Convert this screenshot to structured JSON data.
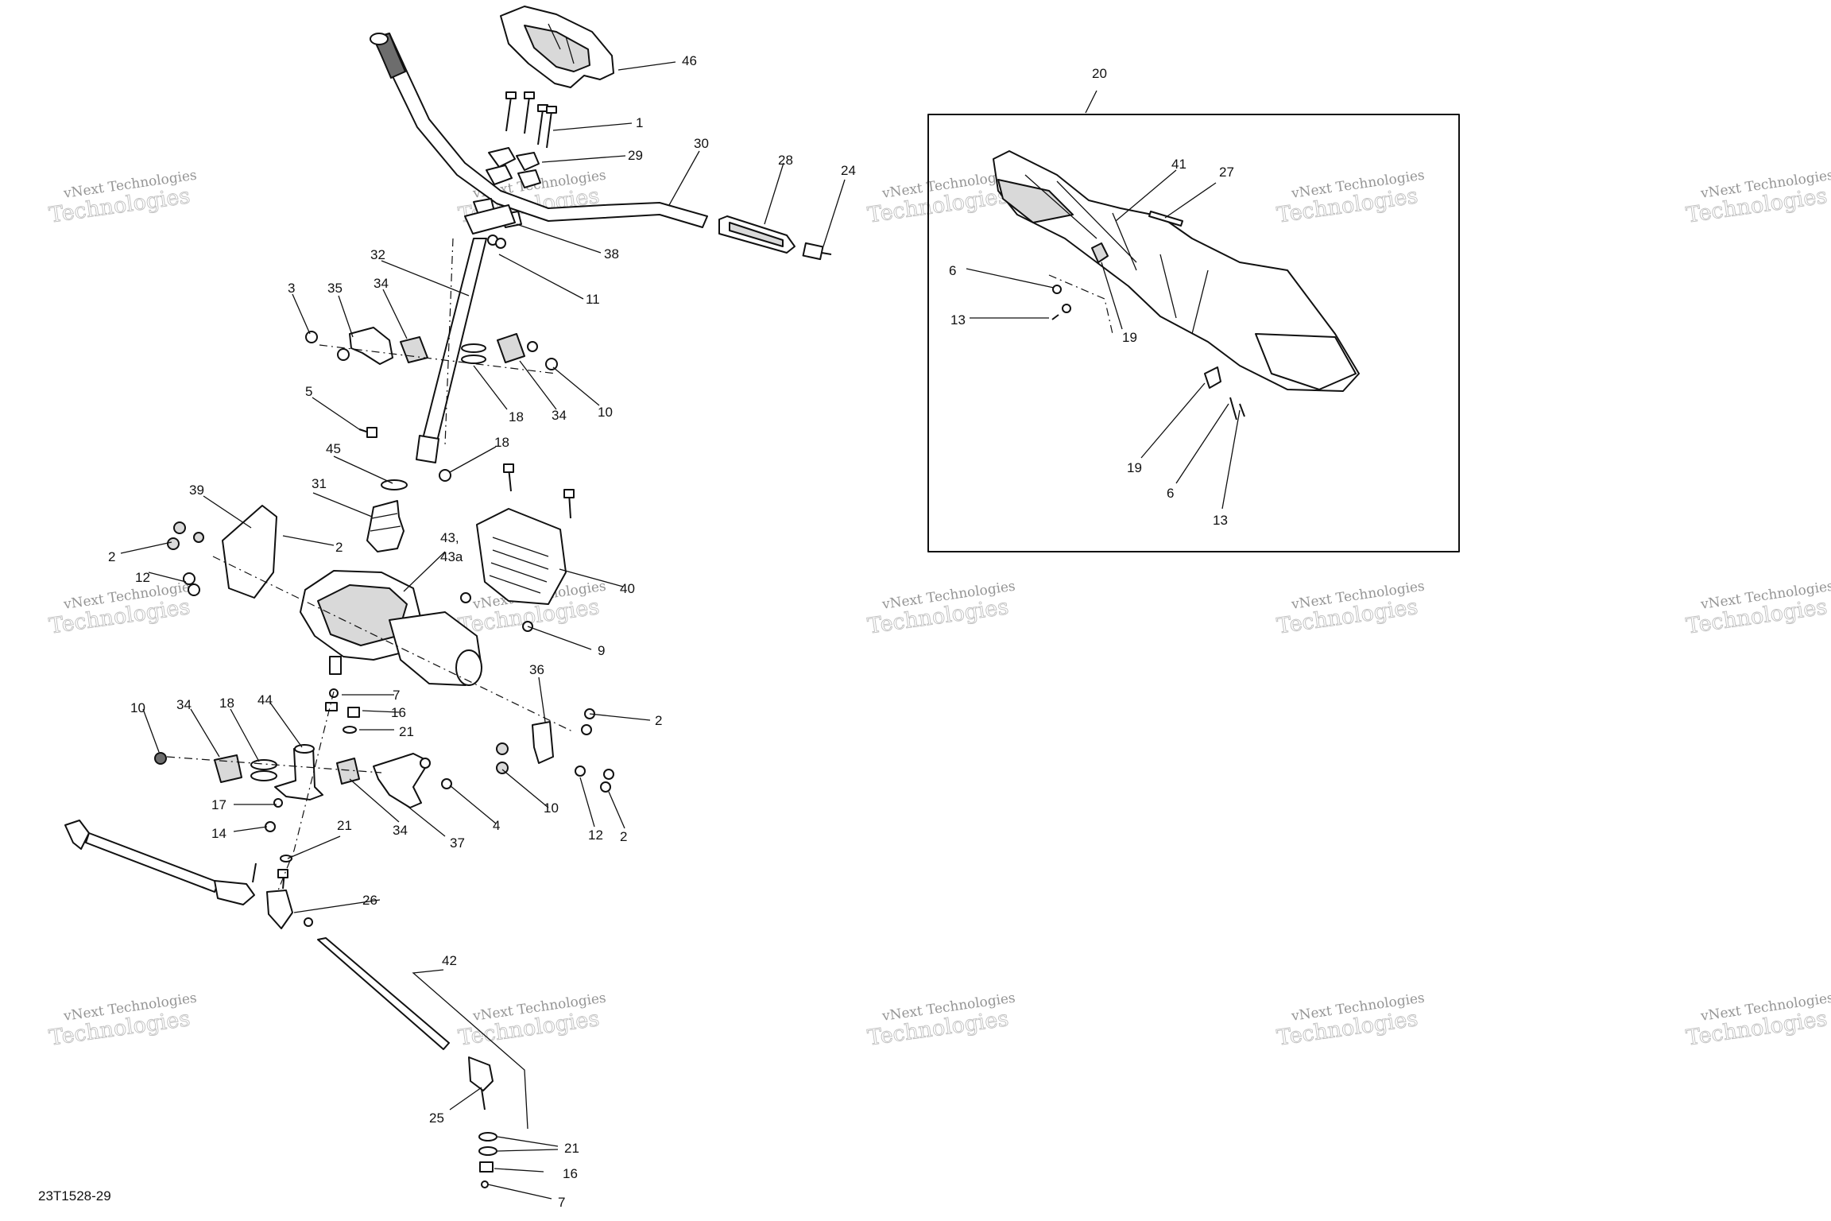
{
  "diagram": {
    "reference_code": "23T1528-29",
    "watermark": {
      "line1": "vNext Technologies",
      "line2": "Technologies"
    },
    "inset_callout": "20",
    "callouts": [
      {
        "id": "c46",
        "label": "46"
      },
      {
        "id": "c1",
        "label": "1"
      },
      {
        "id": "c29",
        "label": "29"
      },
      {
        "id": "c30",
        "label": "30"
      },
      {
        "id": "c28",
        "label": "28"
      },
      {
        "id": "c24",
        "label": "24"
      },
      {
        "id": "c38",
        "label": "38"
      },
      {
        "id": "c32",
        "label": "32"
      },
      {
        "id": "c11",
        "label": "11"
      },
      {
        "id": "c3",
        "label": "3"
      },
      {
        "id": "c35",
        "label": "35"
      },
      {
        "id": "c34a",
        "label": "34"
      },
      {
        "id": "c18a",
        "label": "18"
      },
      {
        "id": "c34b",
        "label": "34"
      },
      {
        "id": "c10a",
        "label": "10"
      },
      {
        "id": "c5",
        "label": "5"
      },
      {
        "id": "c45",
        "label": "45"
      },
      {
        "id": "c18b",
        "label": "18"
      },
      {
        "id": "c31",
        "label": "31"
      },
      {
        "id": "c39",
        "label": "39"
      },
      {
        "id": "c43",
        "label": "43,"
      },
      {
        "id": "c43a",
        "label": "43a"
      },
      {
        "id": "c2a",
        "label": "2"
      },
      {
        "id": "c2b",
        "label": "2"
      },
      {
        "id": "c12a",
        "label": "12"
      },
      {
        "id": "c40",
        "label": "40"
      },
      {
        "id": "c9",
        "label": "9"
      },
      {
        "id": "c36",
        "label": "36"
      },
      {
        "id": "c7a",
        "label": "7"
      },
      {
        "id": "c16a",
        "label": "16"
      },
      {
        "id": "c21a",
        "label": "21"
      },
      {
        "id": "c2c",
        "label": "2"
      },
      {
        "id": "c10b",
        "label": "10"
      },
      {
        "id": "c34c",
        "label": "34"
      },
      {
        "id": "c18c",
        "label": "18"
      },
      {
        "id": "c44",
        "label": "44"
      },
      {
        "id": "c17",
        "label": "17"
      },
      {
        "id": "c14",
        "label": "14"
      },
      {
        "id": "c34d",
        "label": "34"
      },
      {
        "id": "c37",
        "label": "37"
      },
      {
        "id": "c4",
        "label": "4"
      },
      {
        "id": "c10c",
        "label": "10"
      },
      {
        "id": "c12b",
        "label": "12"
      },
      {
        "id": "c2d",
        "label": "2"
      },
      {
        "id": "c21b",
        "label": "21"
      },
      {
        "id": "c26",
        "label": "26"
      },
      {
        "id": "c42",
        "label": "42"
      },
      {
        "id": "c25",
        "label": "25"
      },
      {
        "id": "c21c",
        "label": "21"
      },
      {
        "id": "c16b",
        "label": "16"
      },
      {
        "id": "c7b",
        "label": "7"
      },
      {
        "id": "c41",
        "label": "41"
      },
      {
        "id": "c27",
        "label": "27"
      },
      {
        "id": "c6a",
        "label": "6"
      },
      {
        "id": "c13a",
        "label": "13"
      },
      {
        "id": "c19a",
        "label": "19"
      },
      {
        "id": "c19b",
        "label": "19"
      },
      {
        "id": "c6b",
        "label": "6"
      },
      {
        "id": "c13b",
        "label": "13"
      }
    ]
  }
}
